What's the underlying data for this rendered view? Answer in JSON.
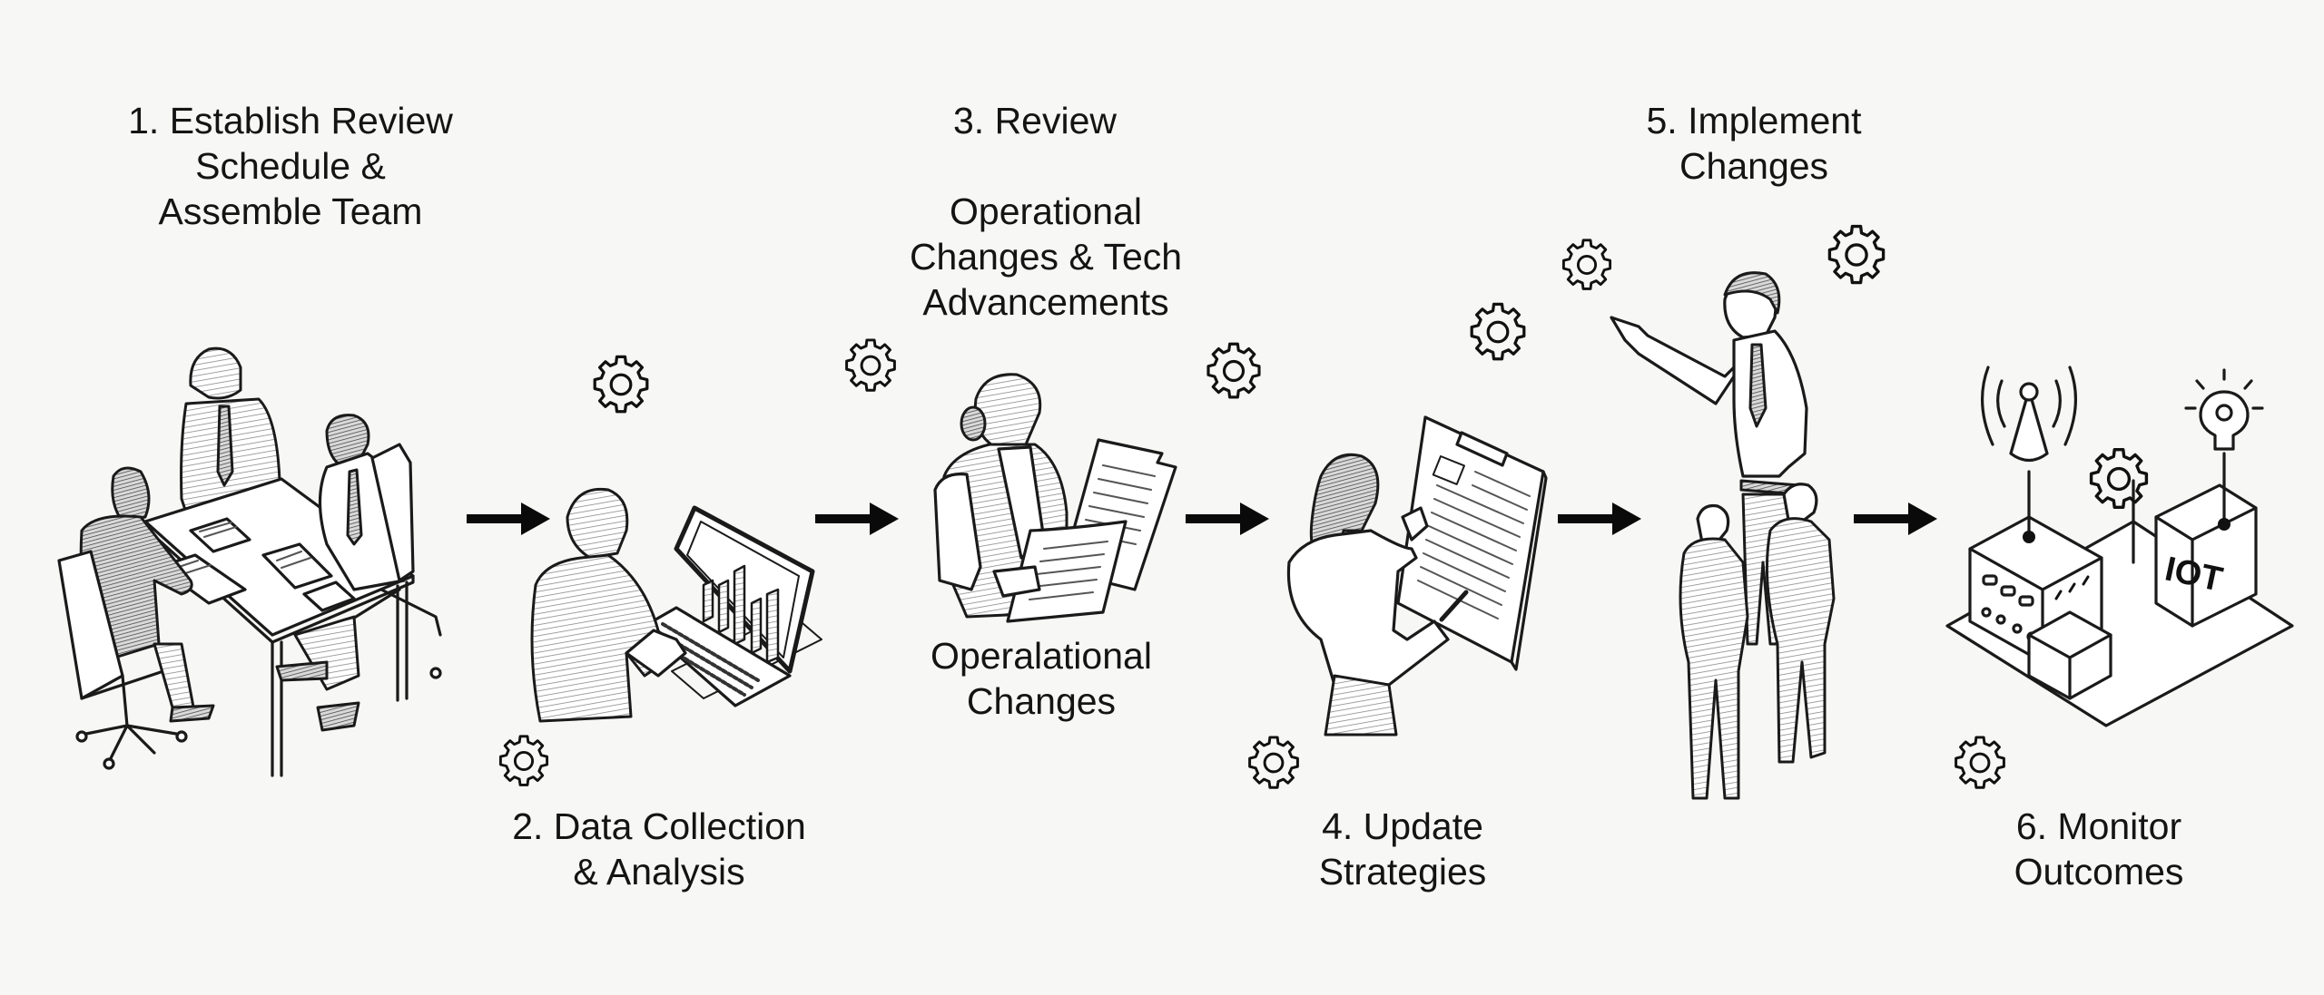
{
  "diagram": {
    "type": "process-flow",
    "direction": "left-to-right",
    "steps": [
      {
        "number": 1,
        "lines": [
          "1. Establish Review",
          "Schedule &",
          "Assemble Team"
        ],
        "illustration": "team-meeting-at-table"
      },
      {
        "number": 2,
        "lines": [
          "2. Data Collection",
          "& Analysis"
        ],
        "illustration": "person-at-laptop-bar-chart"
      },
      {
        "number": 3,
        "lines": [
          "3. Review"
        ],
        "sublines": [
          "Operational",
          "Changes & Tech",
          "Advancements"
        ],
        "footer_lines": [
          "Operalational",
          "Changes"
        ],
        "illustration": "person-reading-documents"
      },
      {
        "number": 4,
        "lines": [
          "4. Update",
          "Strategies"
        ],
        "illustration": "person-writing-on-clipboard"
      },
      {
        "number": 5,
        "lines": [
          "5. Implement",
          "Changes"
        ],
        "illustration": "leader-pointing-with-team"
      },
      {
        "number": 6,
        "lines": [
          "6. Monitor",
          "Outcomes"
        ],
        "illustration": "iot-building-with-sensors",
        "iot_text": "IOT"
      }
    ],
    "arrows": 5,
    "gear_icons": 10,
    "colors": {
      "background": "#f7f7f5",
      "ink": "#141414"
    }
  }
}
